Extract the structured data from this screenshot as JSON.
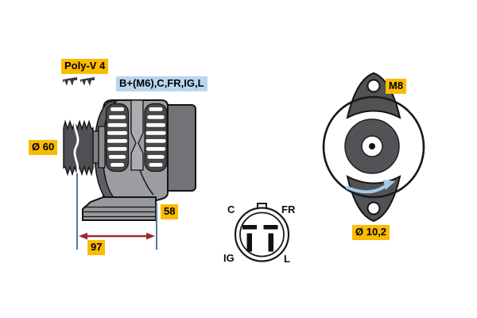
{
  "labels": {
    "poly_v": "Poly-V 4",
    "terminals": "B+(M6),C,FR,IG,L",
    "pulley_diameter": "Ø 60",
    "dim_rear": "58",
    "dim_total": "97",
    "thread": "M8",
    "mount_hole_diameter": "Ø 10,2"
  },
  "connector": {
    "pins": {
      "top_left": "C",
      "top_right": "FR",
      "bottom_left": "IG",
      "bottom_right": "L"
    }
  },
  "colors": {
    "label_yellow": "#fbbb02",
    "label_blue": "#b9d6ee",
    "dimension_red": "#9a2b2b",
    "extension_blue": "#56789f",
    "rotation_arrow_blue": "#a5c9e6",
    "housing_gray": "#9b9da0",
    "dark_gray": "#515356"
  }
}
